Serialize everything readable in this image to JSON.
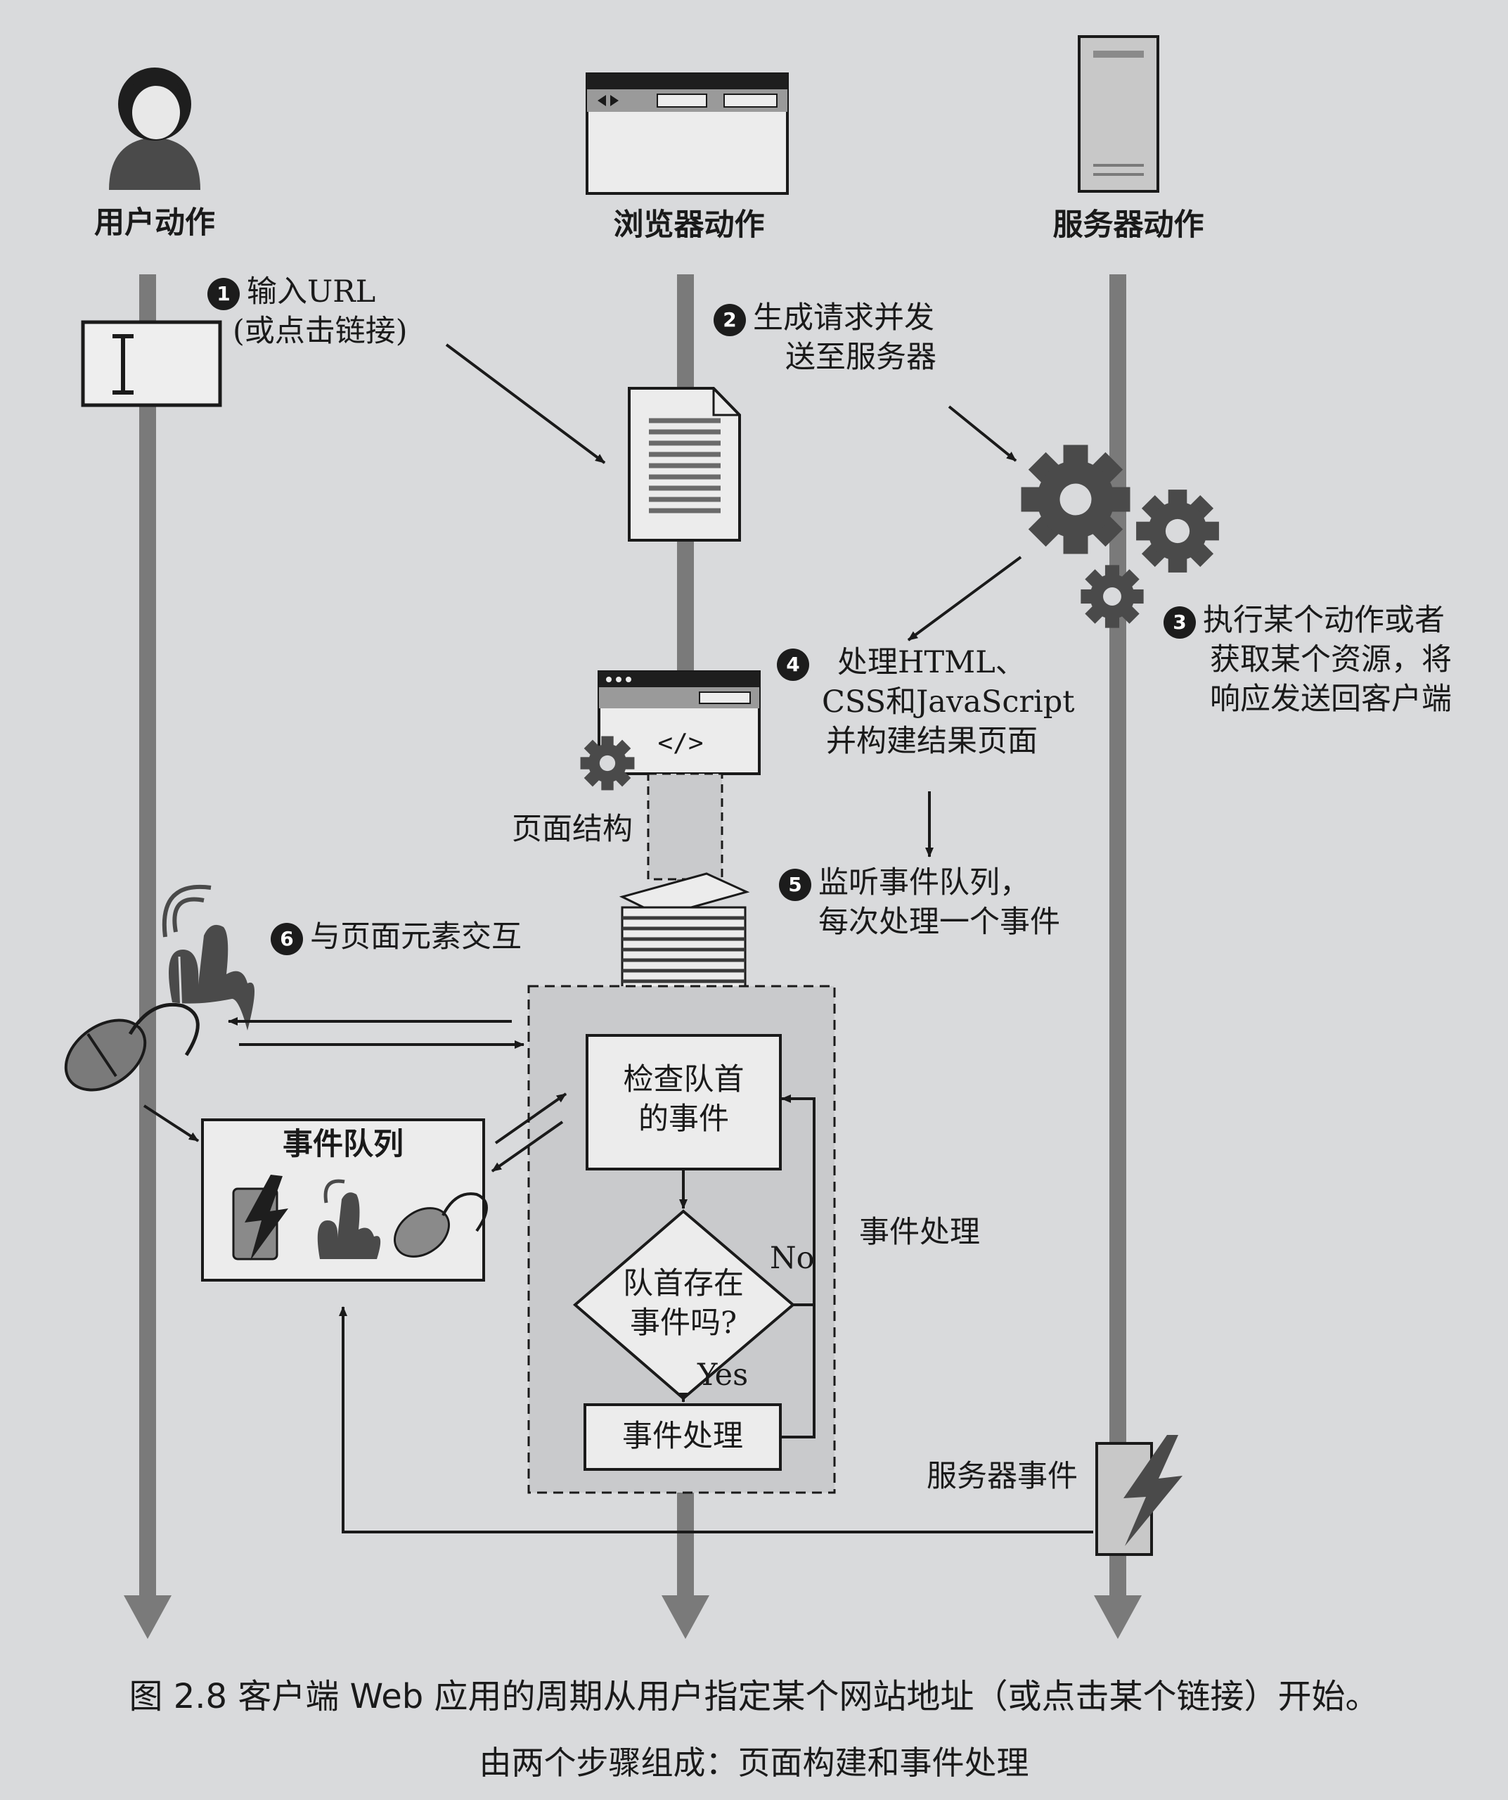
{
  "columns": {
    "user": "用户动作",
    "browser": "浏览器动作",
    "server": "服务器动作"
  },
  "steps": {
    "s1": {
      "num": "1",
      "line1": "输入URL",
      "line2": "(或点击链接)"
    },
    "s2": {
      "num": "2",
      "line1": "生成请求并发",
      "line2": "送至服务器"
    },
    "s3": {
      "num": "3",
      "line1": "执行某个动作或者",
      "line2": "获取某个资源，将",
      "line3": "响应发送回客户端"
    },
    "s4": {
      "num": "4",
      "line1": "处理HTML、",
      "line2": "CSS和JavaScript",
      "line3": "并构建结果页面"
    },
    "s5": {
      "num": "5",
      "line1": "监听事件队列，",
      "line2": "每次处理一个事件"
    },
    "s6": {
      "num": "6",
      "line1": "与页面元素交互"
    }
  },
  "labels": {
    "page_structure": "页面结构",
    "event_queue": "事件队列",
    "check_head_1": "检查队首",
    "check_head_2": "的事件",
    "decision_1": "队首存在",
    "decision_2": "事件吗?",
    "no": "No",
    "yes": "Yes",
    "event_handling": "事件处理",
    "event_handling_box": "事件处理",
    "server_event": "服务器事件"
  },
  "code_glyph": "</>",
  "caption": {
    "line1": "图 2.8    客户端 Web 应用的周期从用户指定某个网站地址（或点击某个链接）开始。",
    "line2": "由两个步骤组成：页面构建和事件处理"
  },
  "colors": {
    "background": "#d9dadc",
    "lifeline": "#7a7a7a",
    "icon_fill": "#4a4a4a",
    "loop_region": "#c9cacc"
  }
}
